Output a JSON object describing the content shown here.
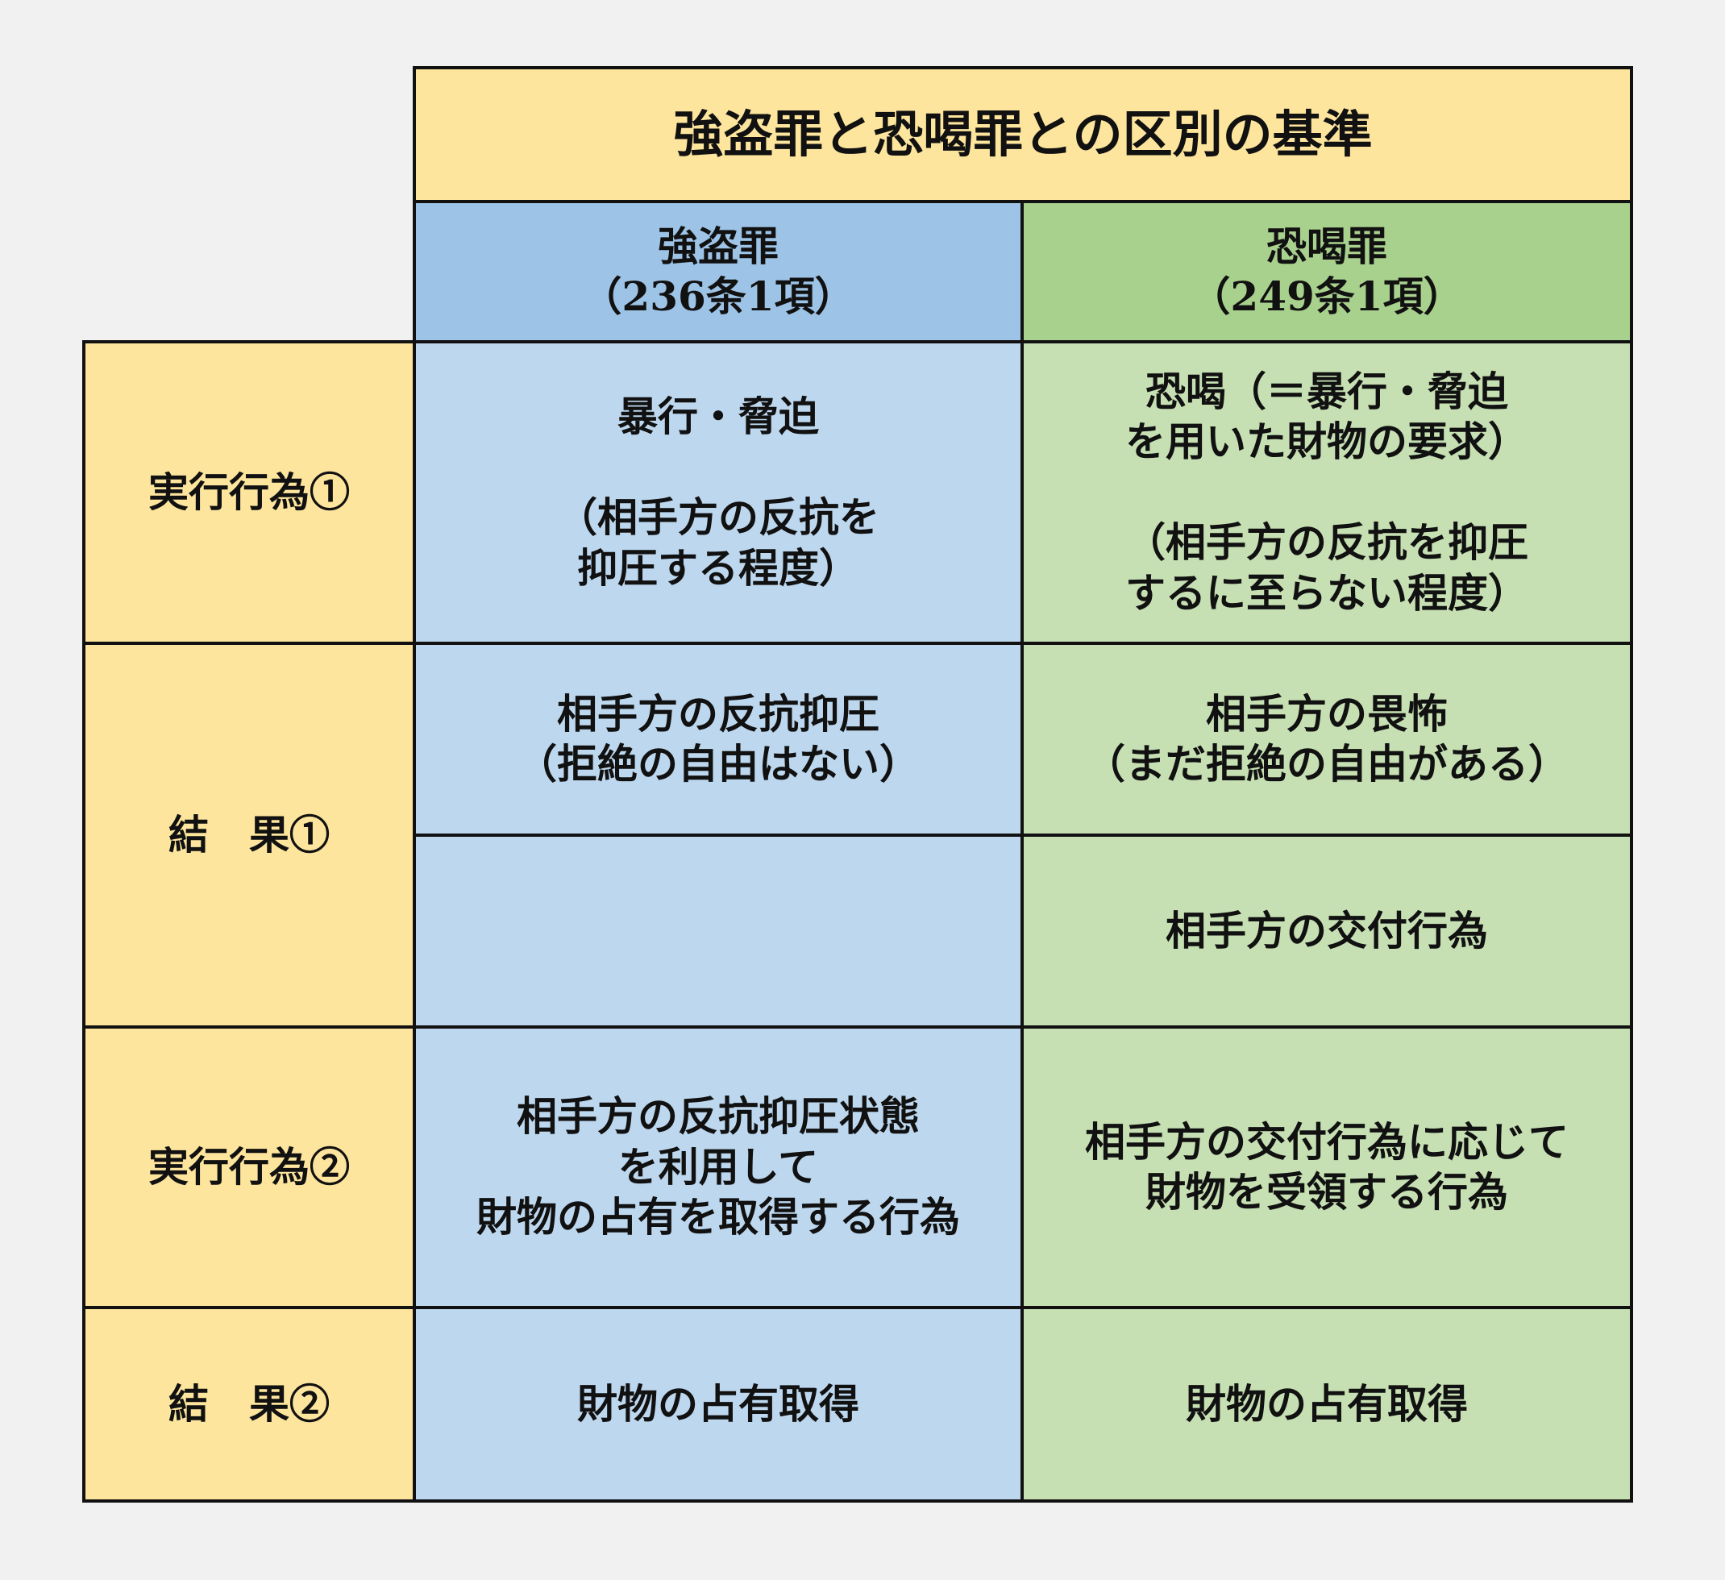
{
  "table": {
    "title": "強盗罪と恐喝罪との区別の基準",
    "columns": {
      "robbery": "強盗罪\n（236条1項）",
      "extortion": "恐喝罪\n（249条1項）"
    },
    "rows": {
      "act1": {
        "label": "実行行為①",
        "robbery": "暴行・脅迫\n\n（相手方の反抗を\n抑圧する程度）",
        "extortion": "恐喝（＝暴行・脅迫\nを用いた財物の要求）\n\n（相手方の反抗を抑圧\nするに至らない程度）"
      },
      "result1": {
        "label": "結　果①",
        "robbery_a": "相手方の反抗抑圧\n（拒絶の自由はない）",
        "extortion_a": "相手方の畏怖\n（まだ拒絶の自由がある）",
        "robbery_b": "",
        "extortion_b": "相手方の交付行為"
      },
      "act2": {
        "label": "実行行為②",
        "robbery": "相手方の反抗抑圧状態\nを利用して\n財物の占有を取得する行為",
        "extortion": "相手方の交付行為に応じて\n財物を受領する行為"
      },
      "result2": {
        "label": "結　果②",
        "robbery": "財物の占有取得",
        "extortion": "財物の占有取得"
      }
    }
  },
  "colors": {
    "title_bg": "#fde59d",
    "robbery_header": "#9dc3e6",
    "robbery_cell": "#bdd7ee",
    "extortion_header": "#a9d18e",
    "extortion_cell": "#c6e0b4",
    "page_bg": "#f1f1f1"
  }
}
